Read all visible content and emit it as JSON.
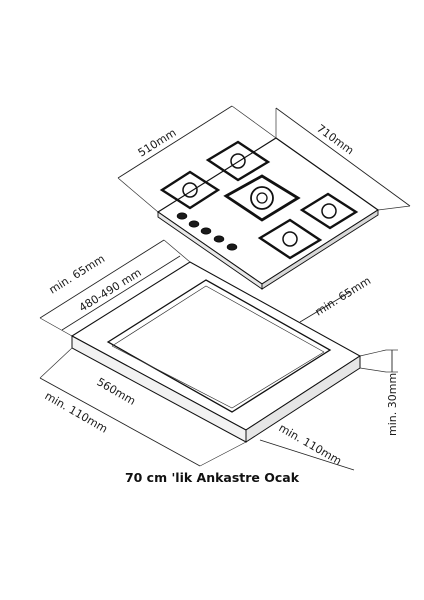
{
  "hob": {
    "width_label": "710mm",
    "depth_label": "510mm"
  },
  "cutout": {
    "depth_label": "480-490 mm",
    "width_label": "560mm",
    "front_clearance_label": "min. 65mm",
    "right_clearance_label": "min. 65mm",
    "left_side_label": "min. 110mm",
    "bottom_side_label": "min. 110mm",
    "thickness_label": "min. 30mm"
  },
  "caption": "70 cm 'lik Ankastre Ocak"
}
